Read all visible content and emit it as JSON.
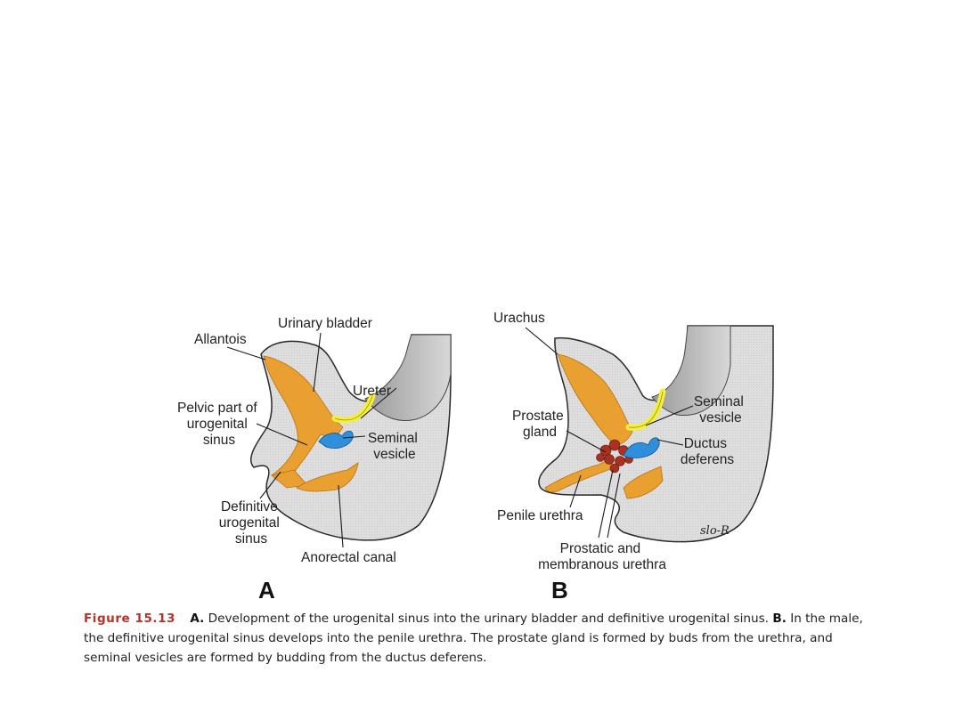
{
  "panel_a": {
    "letter": "A",
    "labels": {
      "allantois": "Allantois",
      "urinary_bladder": "Urinary bladder",
      "ureter": "Ureter",
      "pelvic_part": [
        "Pelvic part of",
        "urogenital",
        "sinus"
      ],
      "seminal_vesicle": [
        "Seminal",
        "vesicle"
      ],
      "definitive_sinus": [
        "Definitive",
        "urogenital",
        "sinus"
      ],
      "anorectal_canal": "Anorectal canal"
    }
  },
  "panel_b": {
    "letter": "B",
    "labels": {
      "urachus": "Urachus",
      "prostate_gland": [
        "Prostate",
        "gland"
      ],
      "seminal_vesicle": [
        "Seminal",
        "vesicle"
      ],
      "ductus_deferens": [
        "Ductus",
        "deferens"
      ],
      "penile_urethra": "Penile urethra",
      "prostatic_urethra": [
        "Prostatic and",
        "membranous urethra"
      ]
    },
    "signature": "slo-R"
  },
  "caption": {
    "figure_number": "Figure 15.13",
    "a_label": "A.",
    "a_text": "Development of the urogenital sinus into the urinary bladder and definitive urogenital sinus.",
    "b_label": "B.",
    "b_text": "In the male, the definitive urogenital sinus develops into the penile urethra. The prostate gland is formed by buds from the urethra, and seminal vesicles are formed by budding from the ductus deferens."
  },
  "colors": {
    "tissue": "#dcdcdc",
    "shadow": "#a8a8a8",
    "endoderm": "#e9a030",
    "ureter": "#f4ee3c",
    "ductus": "#2f8fdb",
    "prostate": "#a83222",
    "caption_accent": "#b8342a"
  }
}
